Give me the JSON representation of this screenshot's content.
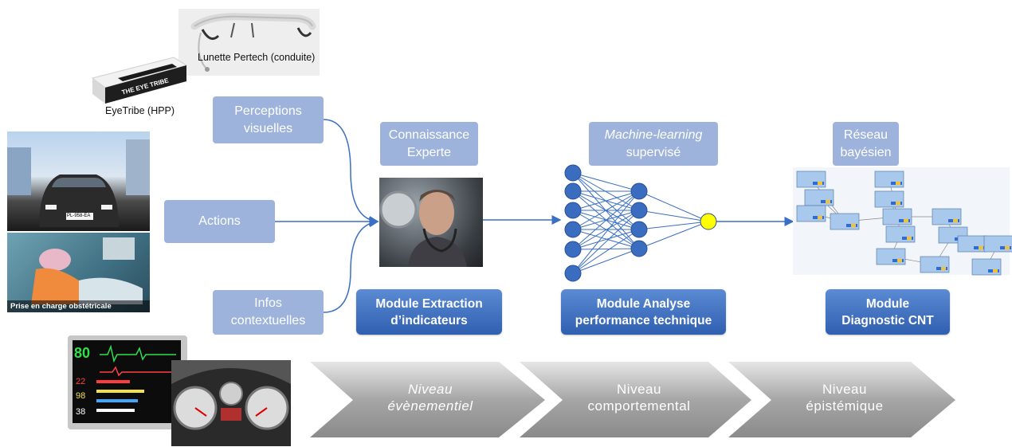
{
  "devices": {
    "pertech_caption": "Lunette Pertech (conduite)",
    "eyetribe_caption": "EyeTribe (HPP)",
    "eyetribe_logo": "THE EYE TRIBE"
  },
  "inputs": {
    "perceptions": [
      "Perceptions",
      "visuelles"
    ],
    "actions": "Actions",
    "infos": [
      "Infos",
      "contextuelles"
    ]
  },
  "images": {
    "plate": "PL-958-EA",
    "obstetric_caption": "Prise en charge obstétricale",
    "monitor_values": [
      "80",
      "22",
      "98",
      "38"
    ]
  },
  "stages": {
    "expert_label": [
      "Connaissance",
      "Experte"
    ],
    "ml_label_italic": "Machine-learning",
    "ml_label_rest": "supervisé",
    "bayes_label": [
      "Réseau",
      "bayésien"
    ]
  },
  "modules": {
    "extraction": [
      "Module Extraction",
      "d’indicateurs"
    ],
    "analyse": [
      "Module Analyse",
      "performance technique"
    ],
    "diagnostic": [
      "Module",
      "Diagnostic CNT"
    ]
  },
  "levels": {
    "evenementiel": [
      "Niveau",
      "évènementiel"
    ],
    "comportemental": [
      "Niveau",
      "comportemental"
    ],
    "epistemique": [
      "Niveau",
      "épistémique"
    ]
  },
  "colors": {
    "label_box": "#9db3dc",
    "module_box": "#3a6cc0",
    "arrow": "#3b6fc4",
    "neuron": "#3a6cc0",
    "output_neuron": "#ffff00",
    "chevron": "#8c8c8c"
  }
}
